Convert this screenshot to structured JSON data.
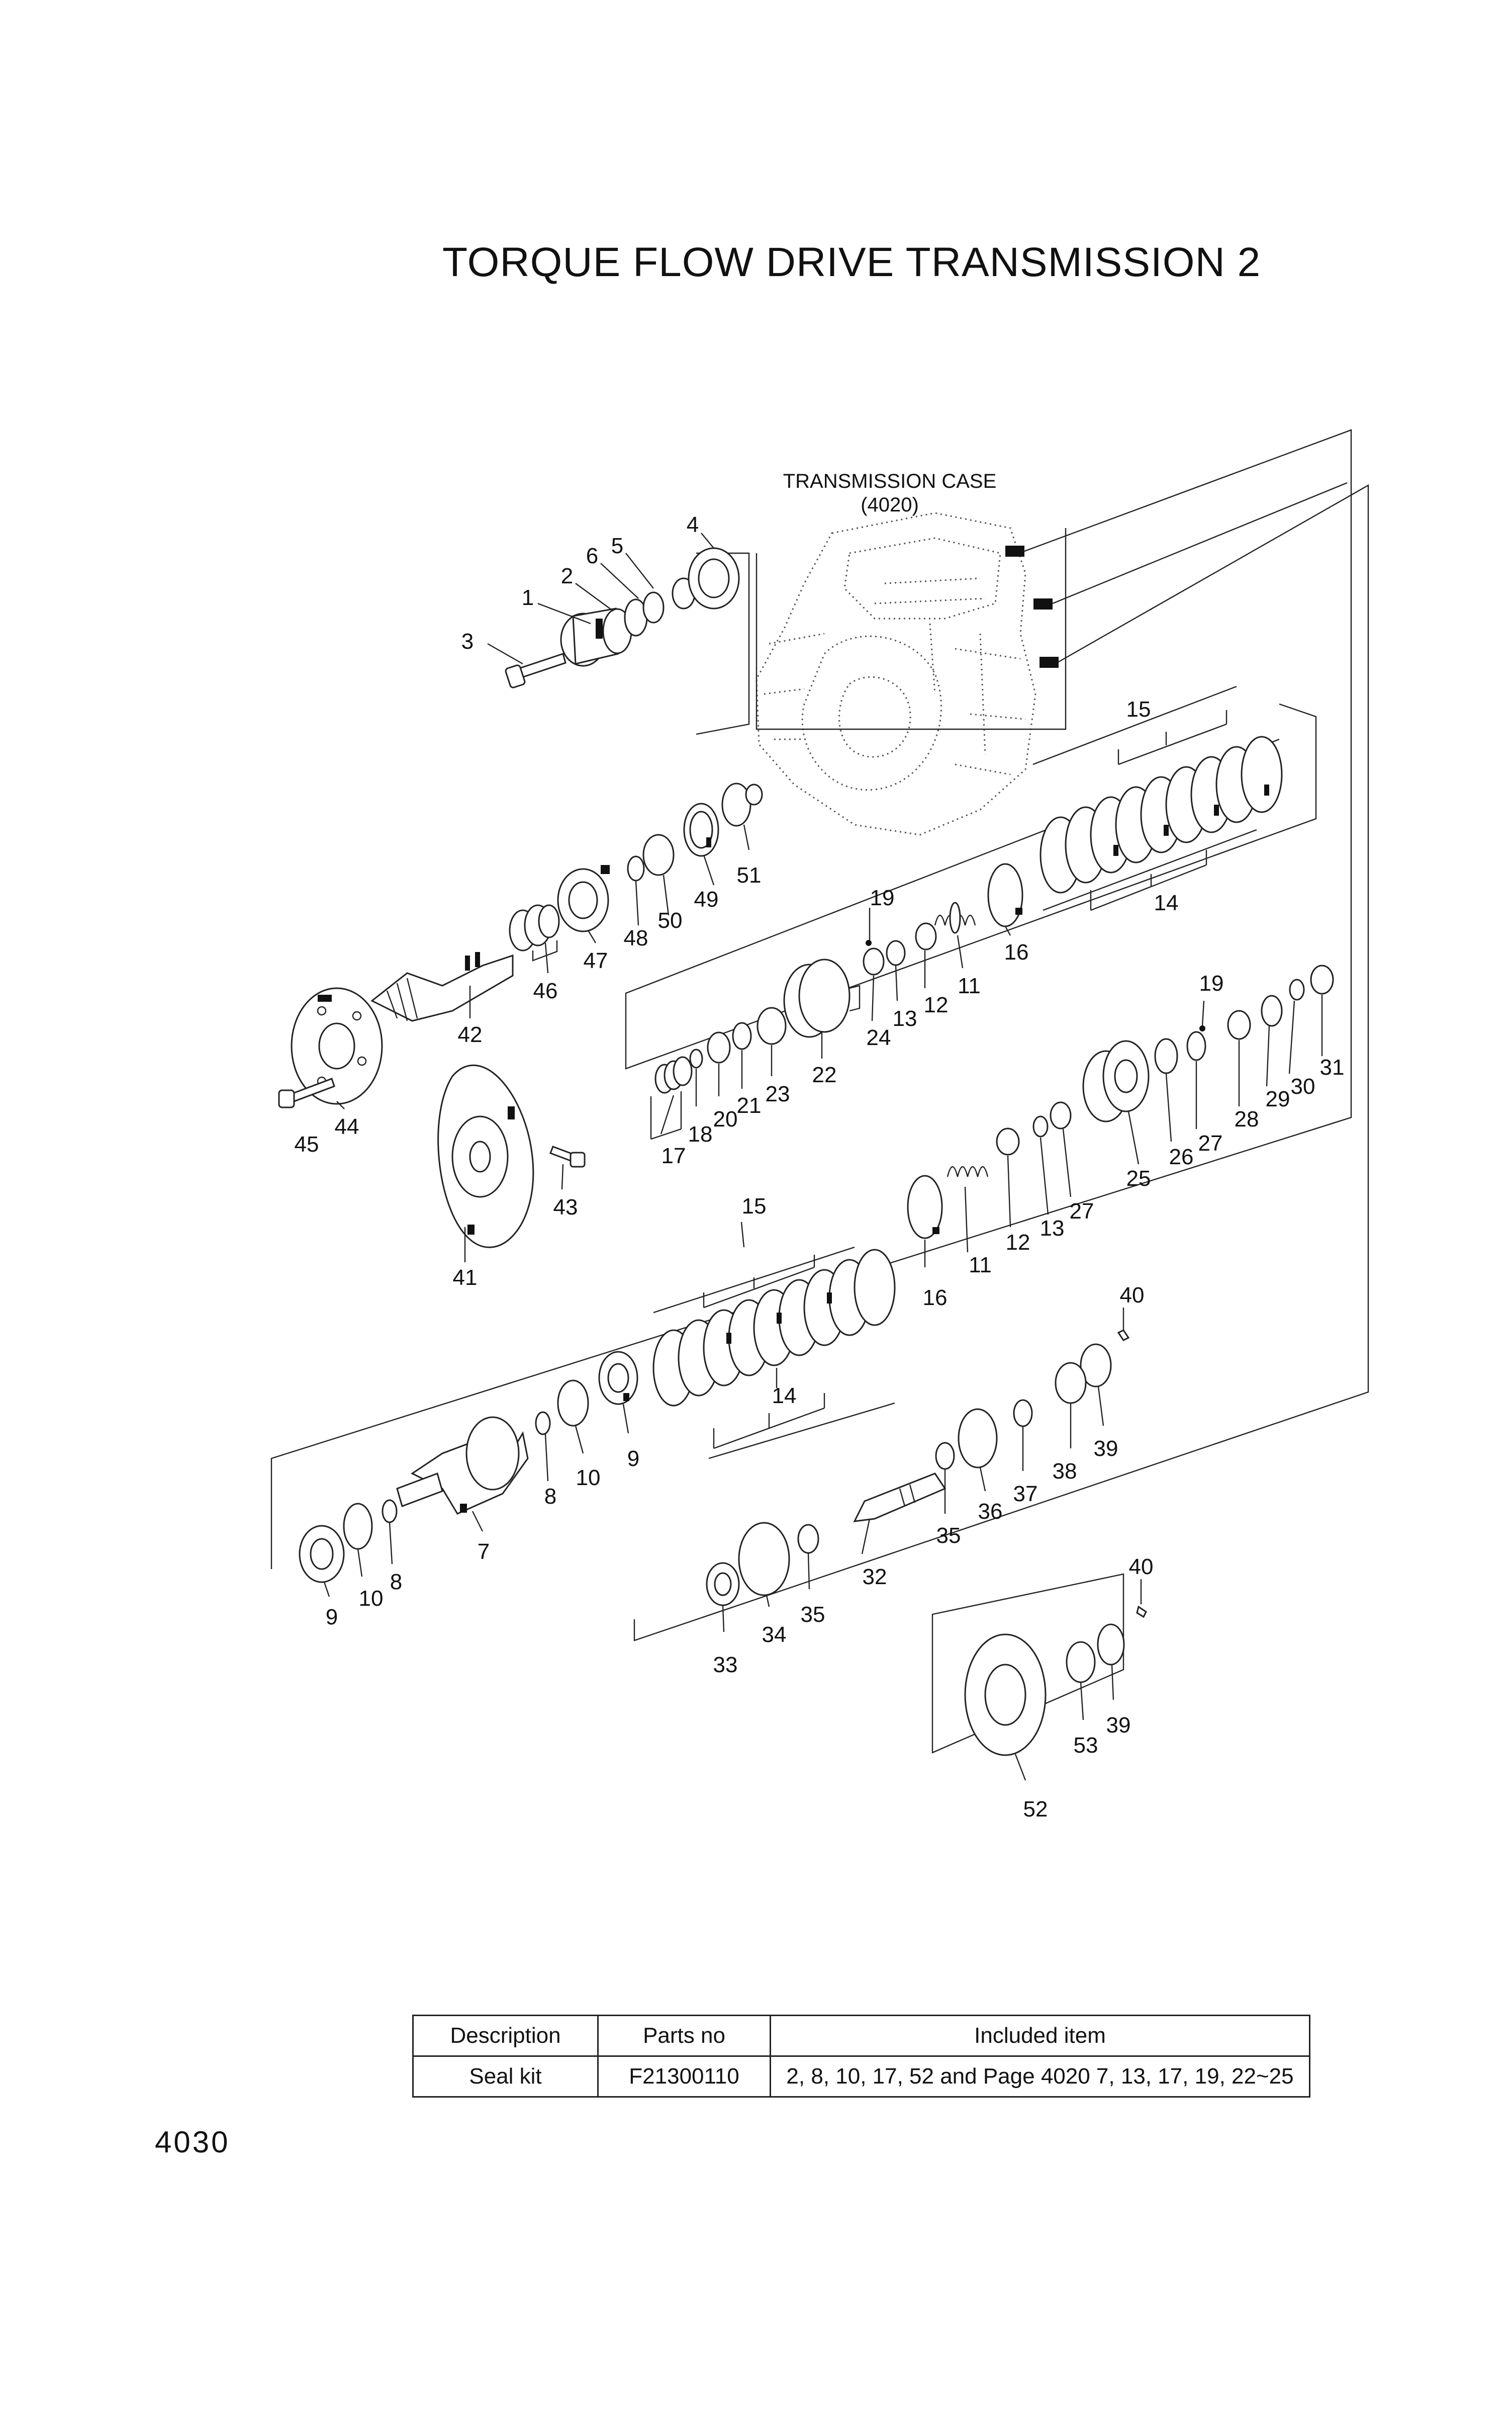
{
  "page": {
    "title": "TORQUE FLOW DRIVE TRANSMISSION 2",
    "page_number": "4030"
  },
  "diagram": {
    "case_label_line1": "TRANSMISSION CASE",
    "case_label_line2": "(4020)",
    "part_numbers": [
      "1",
      "2",
      "3",
      "4",
      "5",
      "6",
      "7",
      "8",
      "9",
      "10",
      "11",
      "12",
      "13",
      "14",
      "15",
      "16",
      "17",
      "18",
      "19",
      "20",
      "21",
      "22",
      "23",
      "24",
      "25",
      "26",
      "27",
      "28",
      "29",
      "30",
      "31",
      "32",
      "33",
      "34",
      "35",
      "36",
      "37",
      "38",
      "39",
      "40",
      "41",
      "42",
      "43",
      "44",
      "45",
      "46",
      "47",
      "48",
      "49",
      "50",
      "51",
      "52",
      "53"
    ]
  },
  "kit_table": {
    "headers": [
      "Description",
      "Parts no",
      "Included item"
    ],
    "rows": [
      [
        "Seal kit",
        "F21300110",
        "2, 8, 10, 17, 52 and Page 4020 7, 13, 17, 19, 22~25"
      ]
    ]
  }
}
